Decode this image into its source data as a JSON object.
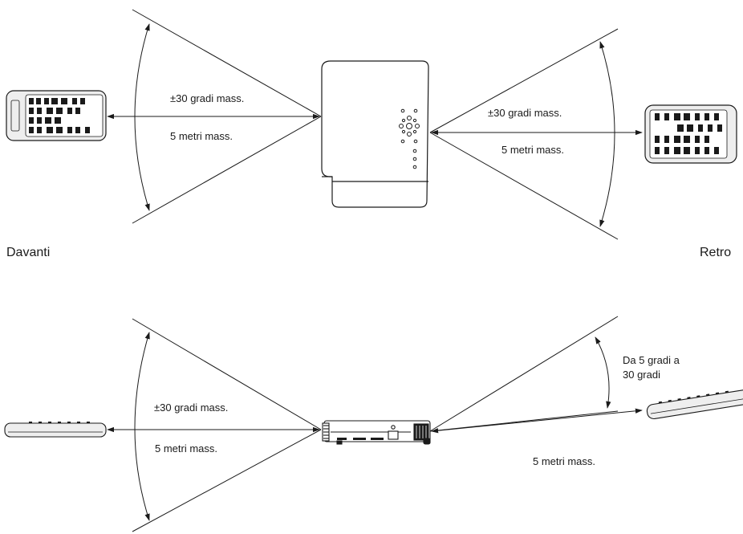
{
  "top_view": {
    "front": {
      "angle_label": "±30 gradi mass.",
      "distance_label": "5 metri mass.",
      "side_label": "Davanti"
    },
    "rear": {
      "angle_label": "±30 gradi mass.",
      "distance_label": "5 metri mass.",
      "side_label": "Retro"
    }
  },
  "side_view": {
    "front": {
      "angle_label": "±30 gradi mass.",
      "distance_label": "5 metri mass."
    },
    "rear": {
      "angle_label_line1": "Da 5 gradi a",
      "angle_label_line2": "30 gradi",
      "distance_label": "5 metri mass."
    }
  },
  "colors": {
    "line": "#1a1a1a",
    "remote_body": "#eeeeee",
    "button": "#1a1a1a"
  }
}
